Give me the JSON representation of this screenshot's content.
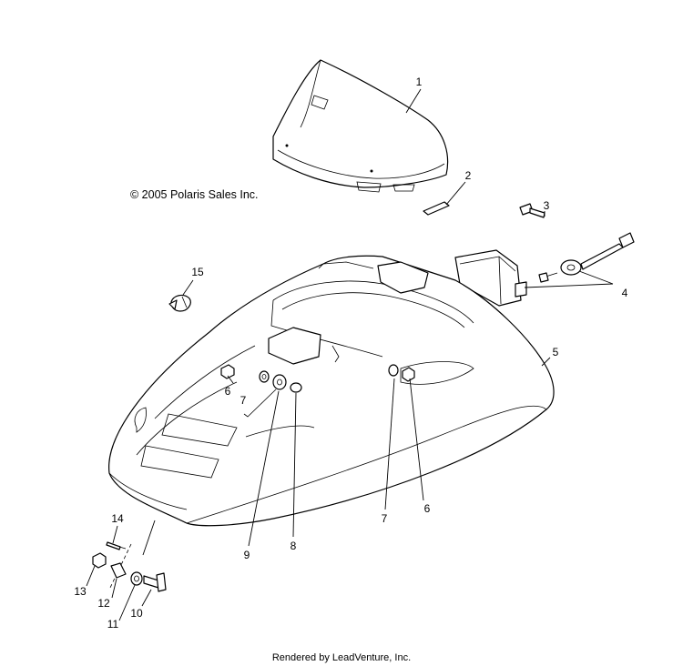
{
  "copyright": "© 2005 Polaris Sales Inc.",
  "footer": "Rendered by LeadVenture, Inc.",
  "callouts": {
    "c1": "1",
    "c2": "2",
    "c3": "3",
    "c4": "4",
    "c5": "5",
    "c6a": "6",
    "c6b": "6",
    "c7a": "7",
    "c7b": "7",
    "c8": "8",
    "c9": "9",
    "c10": "10",
    "c11": "11",
    "c12": "12",
    "c13": "13",
    "c14": "14",
    "c15": "15"
  }
}
